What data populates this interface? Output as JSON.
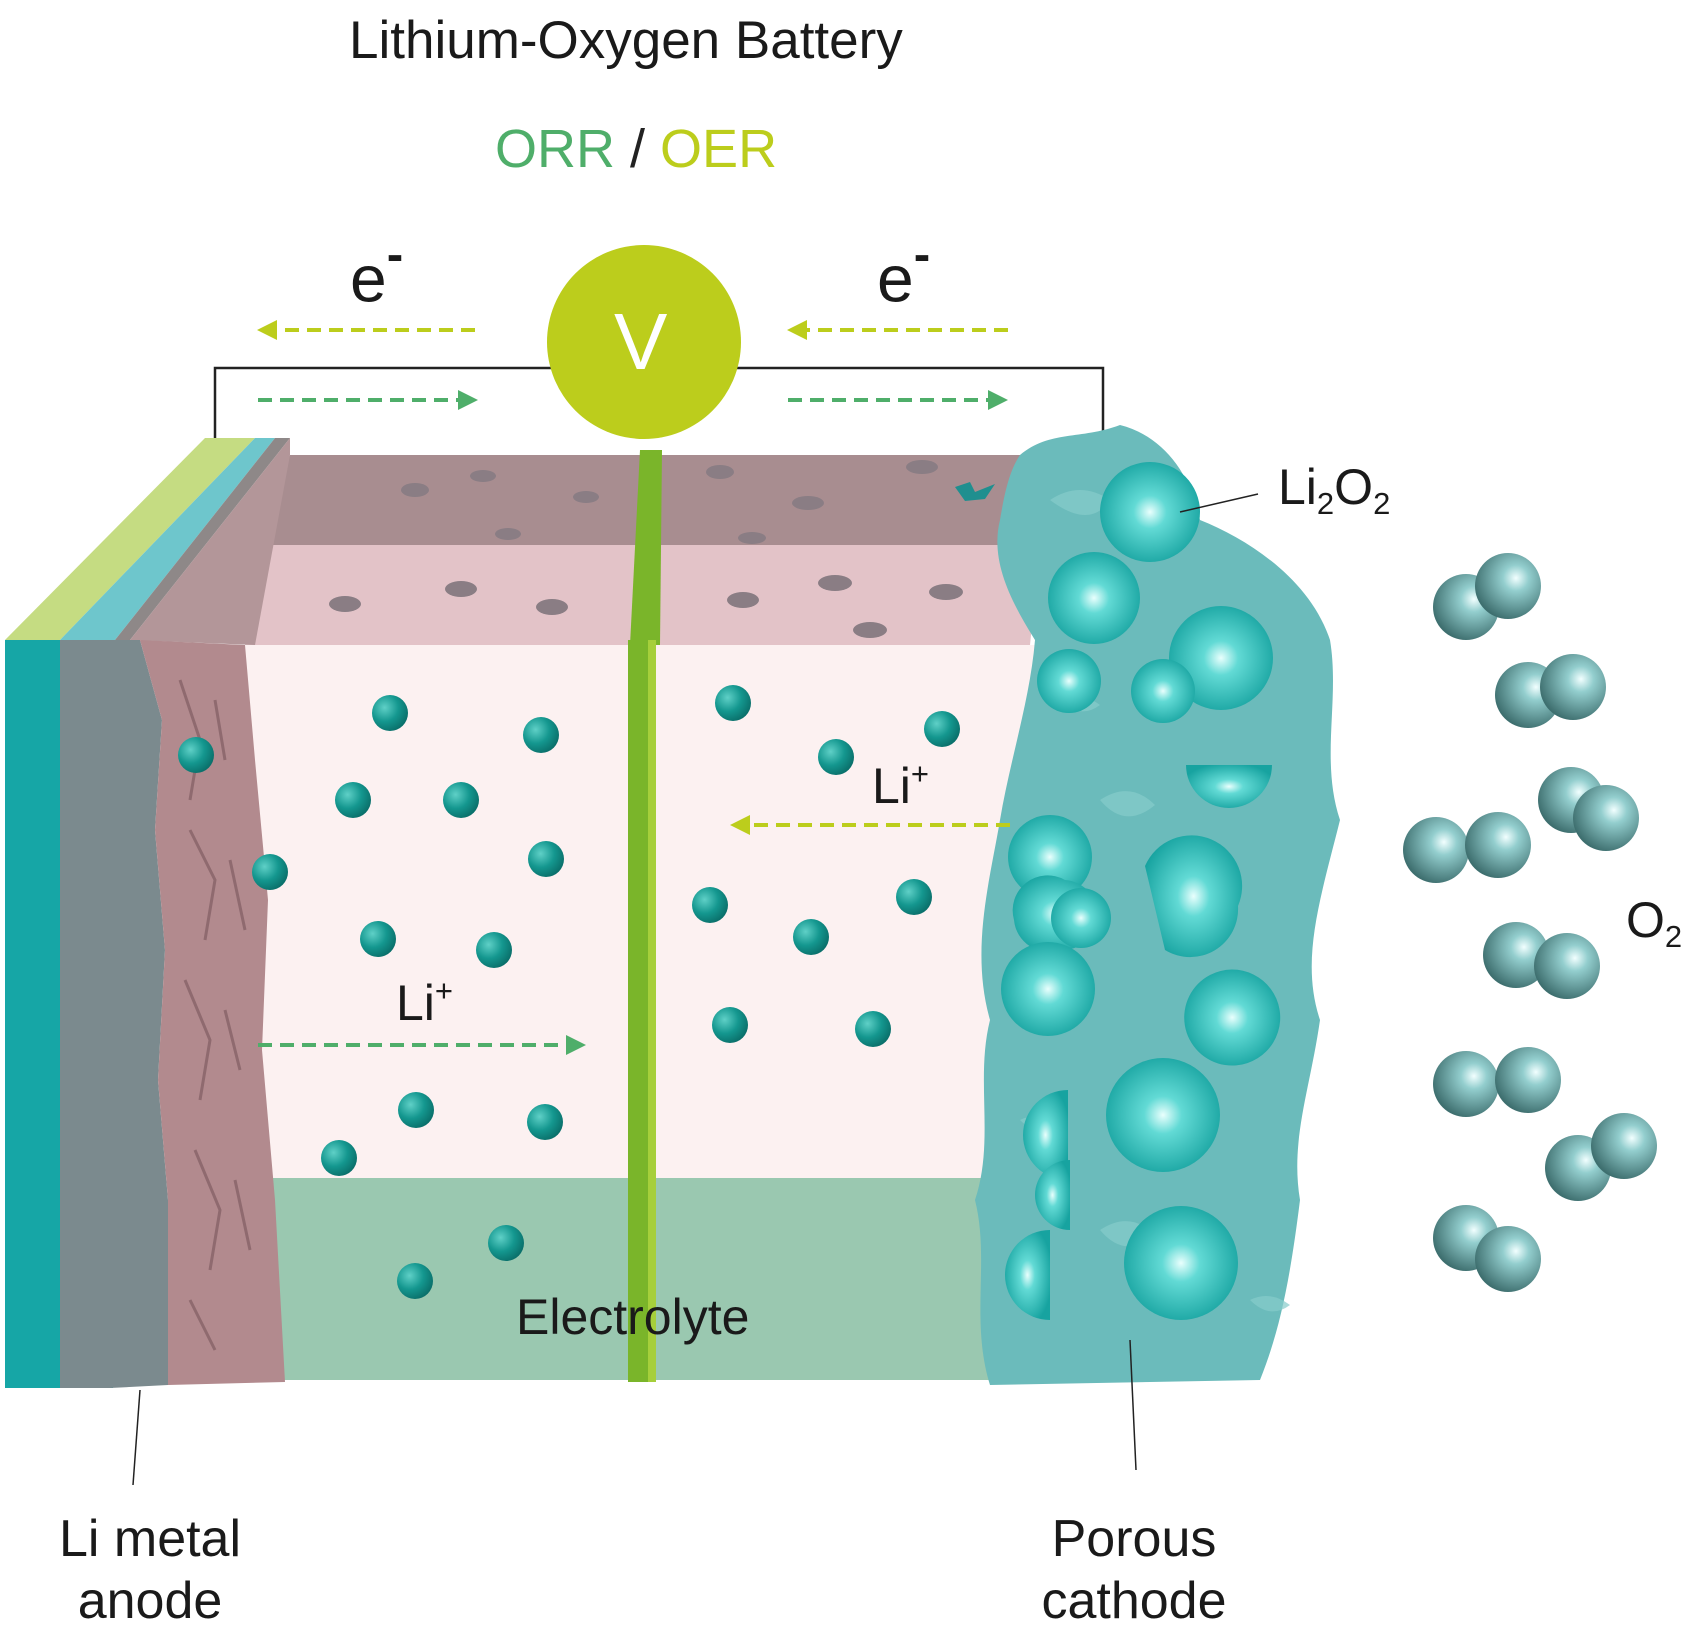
{
  "title": "Lithium-Oxygen Battery",
  "reaction": {
    "orr": "ORR",
    "separator": "/",
    "oer": "OER"
  },
  "electron": {
    "base": "e",
    "charge": "-"
  },
  "voltmeter": "V",
  "li_ion": {
    "base": "Li",
    "charge": "+"
  },
  "li2o2": {
    "li": "Li",
    "n1": "2",
    "o": "O",
    "n2": "2"
  },
  "o2": {
    "o": "O",
    "n": "2"
  },
  "electrolyte": "Electrolyte",
  "anode": {
    "line1": "Li metal",
    "line2": "anode"
  },
  "cathode": {
    "line1": "Porous",
    "line2": "cathode"
  },
  "colors": {
    "orr": "#4fae6a",
    "oer": "#bccd1c",
    "voltmeter": "#bccd1c",
    "li_ion": "#13918e",
    "cathode": "#6bbbbb",
    "li2o2": "#2bb7b5",
    "o2": "#6a9a9a",
    "separator": "#7ab52a",
    "electrolyte_bottom": "#9ac8b0",
    "electrolyte_top": "#e6c3c8"
  }
}
